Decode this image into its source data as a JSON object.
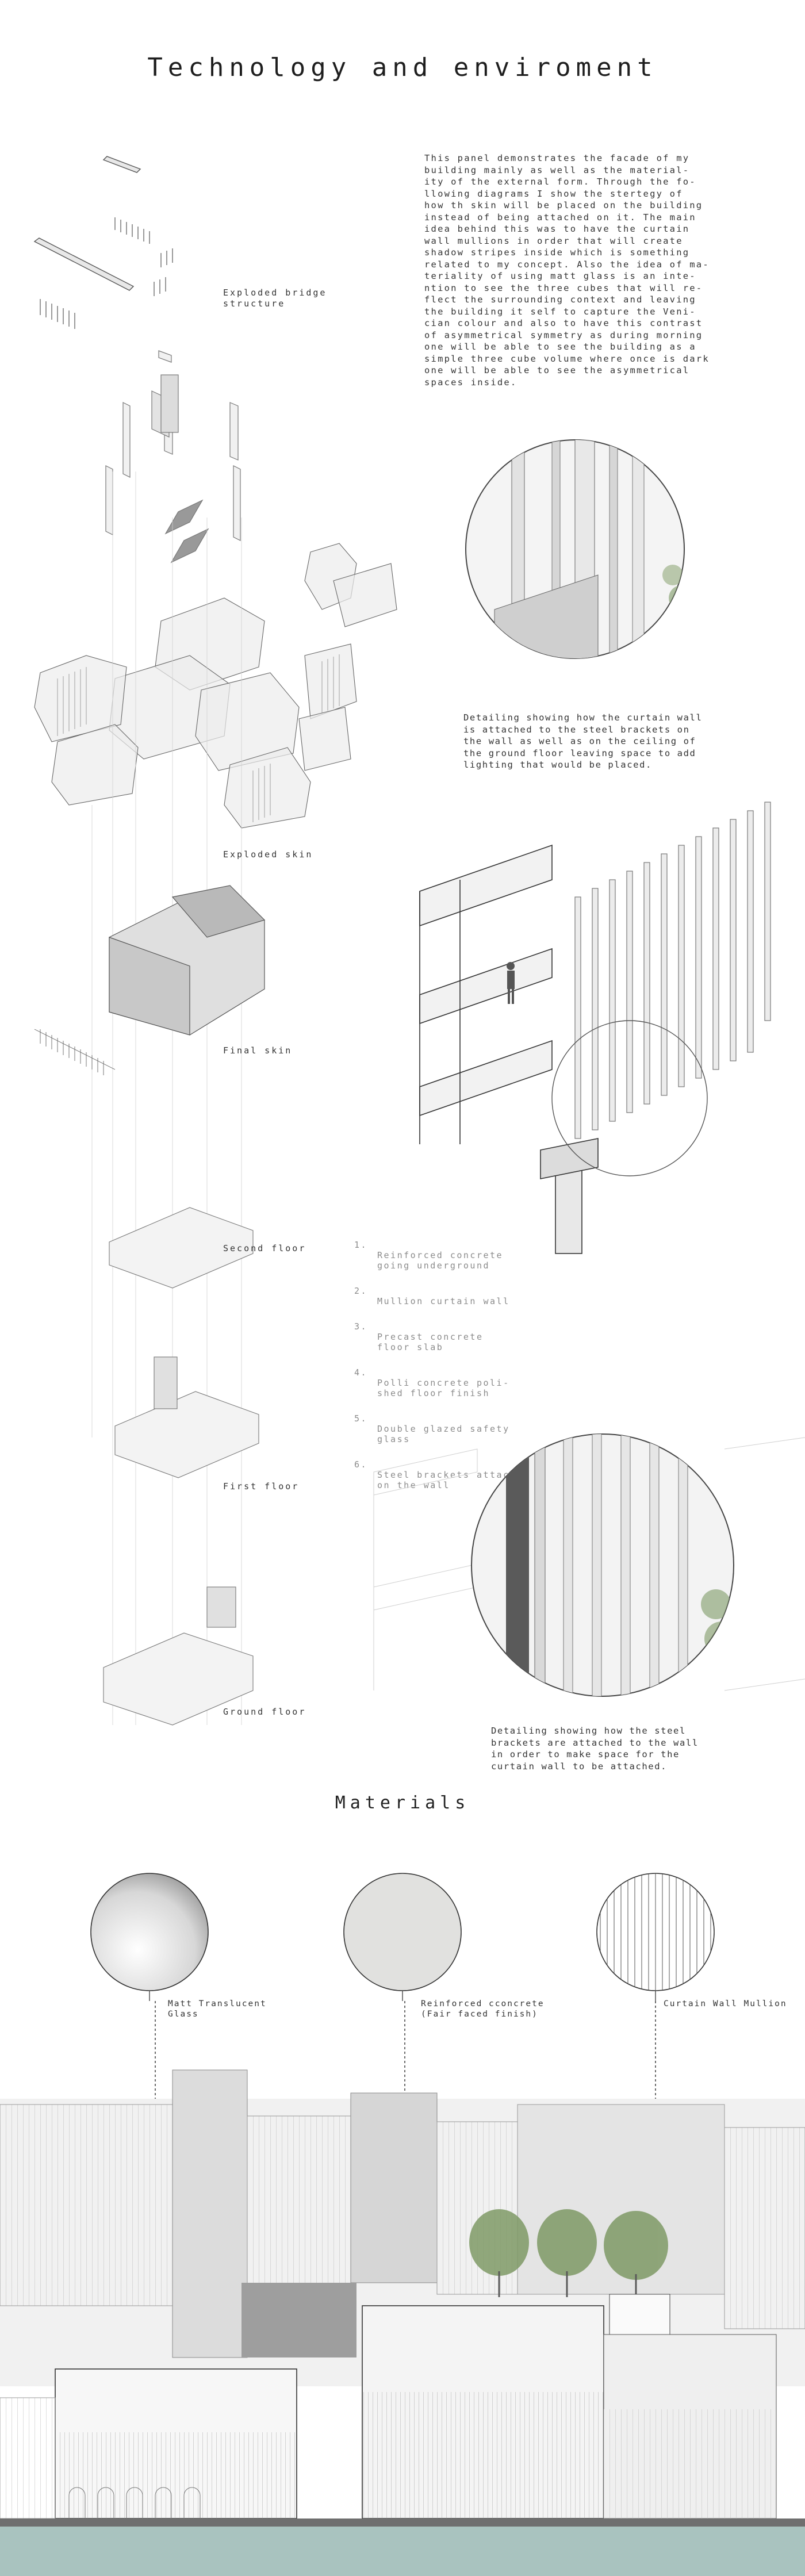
{
  "header": {
    "title": "Technology and enviroment"
  },
  "intro": {
    "text": "This panel demonstrates the facade of my\nbuilding mainly as well as the material-\nity of the external form. Through the fo-\nllowing diagrams I show the stertegy of\nhow th skin will be placed on the building\ninstead of being attached on it. The main\nidea behind this was to have the curtain\nwall mullions in order that will create\nshadow stripes inside which is something\nrelated to my concept. Also the idea of ma-\nteriality of using matt glass is an inte-\nntion to see the three cubes that will re-\nflect the surrounding context and leaving\nthe building it self to capture the Veni-\ncian colour and also to have this contrast\nof asymmetrical symmetry as during morning\none will be able to see the building as a\nsimple three cube volume where once is dark\none will be able to see the asymmetrical\nspaces inside."
  },
  "labels": {
    "bridge": "Exploded bridge\nstructure",
    "skin": "Exploded skin",
    "final_skin": "Final skin",
    "second_floor": "Second floor",
    "first_floor": "First floor",
    "ground_floor": "Ground floor"
  },
  "captions": {
    "curtain_detail": "Detailing showing how the curtain wall\nis attached to the steel brackets on\nthe wall as well as on the ceiling of\nthe ground floor leaving space to add\nlighting that would be placed.",
    "steel_detail": "Detailing showing how the steel\nbrackets are attached to the wall\nin order to make space for the\ncurtain wall to be attached."
  },
  "legend": [
    {
      "num": "1.",
      "text": "Reinforced concrete\ngoing underground"
    },
    {
      "num": "2.",
      "text": "Mullion curtain wall"
    },
    {
      "num": "3.",
      "text": "Precast concrete\nfloor slab"
    },
    {
      "num": "4.",
      "text": "Polli concrete poli-\nshed floor finish"
    },
    {
      "num": "5.",
      "text": "Double glazed safety\nglass"
    },
    {
      "num": "6.",
      "text": "Steel brackets attached\non the wall"
    }
  ],
  "materials": {
    "title": "Materials",
    "items": [
      {
        "label": "Matt Translucent\nGlass"
      },
      {
        "label": "Reinforced cconcrete\n(Fair faced finish)"
      },
      {
        "label": "Curtain Wall Mullion"
      }
    ]
  },
  "colors": {
    "ink": "#2b2b2b",
    "line": "#6f6f6f",
    "light_line": "#c9c9c9",
    "water": "#a9c3bf",
    "tree": "#7f9a66"
  }
}
